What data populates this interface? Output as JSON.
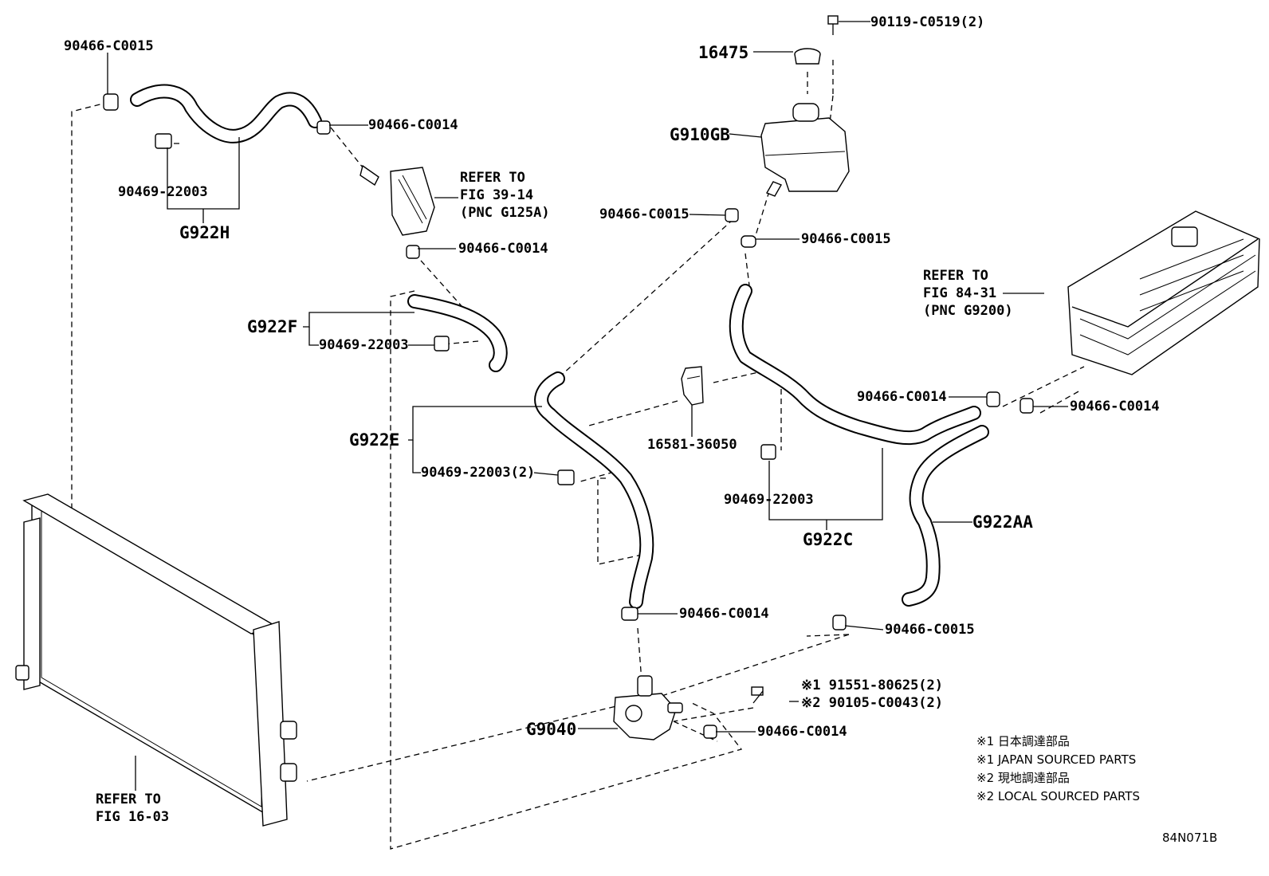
{
  "diagram_id": "84N071B",
  "labels": {
    "top_bolt": "90119-C0519(2)",
    "cap": "16475",
    "reservoir": "G910GB",
    "clamp_top_left": "90466-C0015",
    "clamp_g922h_right": "90466-C0014",
    "clip_g922h": "90469-22003",
    "hose_h": "G922H",
    "refer_39_l1": "REFER TO",
    "refer_39_l2": "FIG 39-14",
    "refer_39_l3": "(PNC G125A)",
    "clamp_below_cooler": "90466-C0014",
    "hose_f": "G922F",
    "clip_g922f": "90469-22003",
    "clamp_res_left": "90466-C0015",
    "clamp_res_right": "90466-C0015",
    "refer_84_l1": "REFER TO",
    "refer_84_l2": "FIG 84-31",
    "refer_84_l3": "(PNC G9200)",
    "clamp_inv_left": "90466-C0014",
    "clamp_inv_right": "90466-C0014",
    "hose_e": "G922E",
    "clip_g922e": "90469-22003(2)",
    "bracket": "16581-36050",
    "clip_g922c": "90469-22003",
    "hose_c": "G922C",
    "hose_aa": "G922AA",
    "clamp_pump_top": "90466-C0014",
    "clamp_g922aa_bottom": "90466-C0015",
    "bolt_1": "※1 91551-80625(2)",
    "bolt_2": "※2 90105-C0043(2)",
    "pump": "G9040",
    "clamp_pump_side": "90466-C0014",
    "refer_16_l1": "REFER TO",
    "refer_16_l2": "FIG 16-03"
  },
  "notes": [
    "※1 日本調達部品",
    "※1 JAPAN SOURCED PARTS",
    "※2 現地調達部品",
    "※2 LOCAL SOURCED PARTS"
  ]
}
